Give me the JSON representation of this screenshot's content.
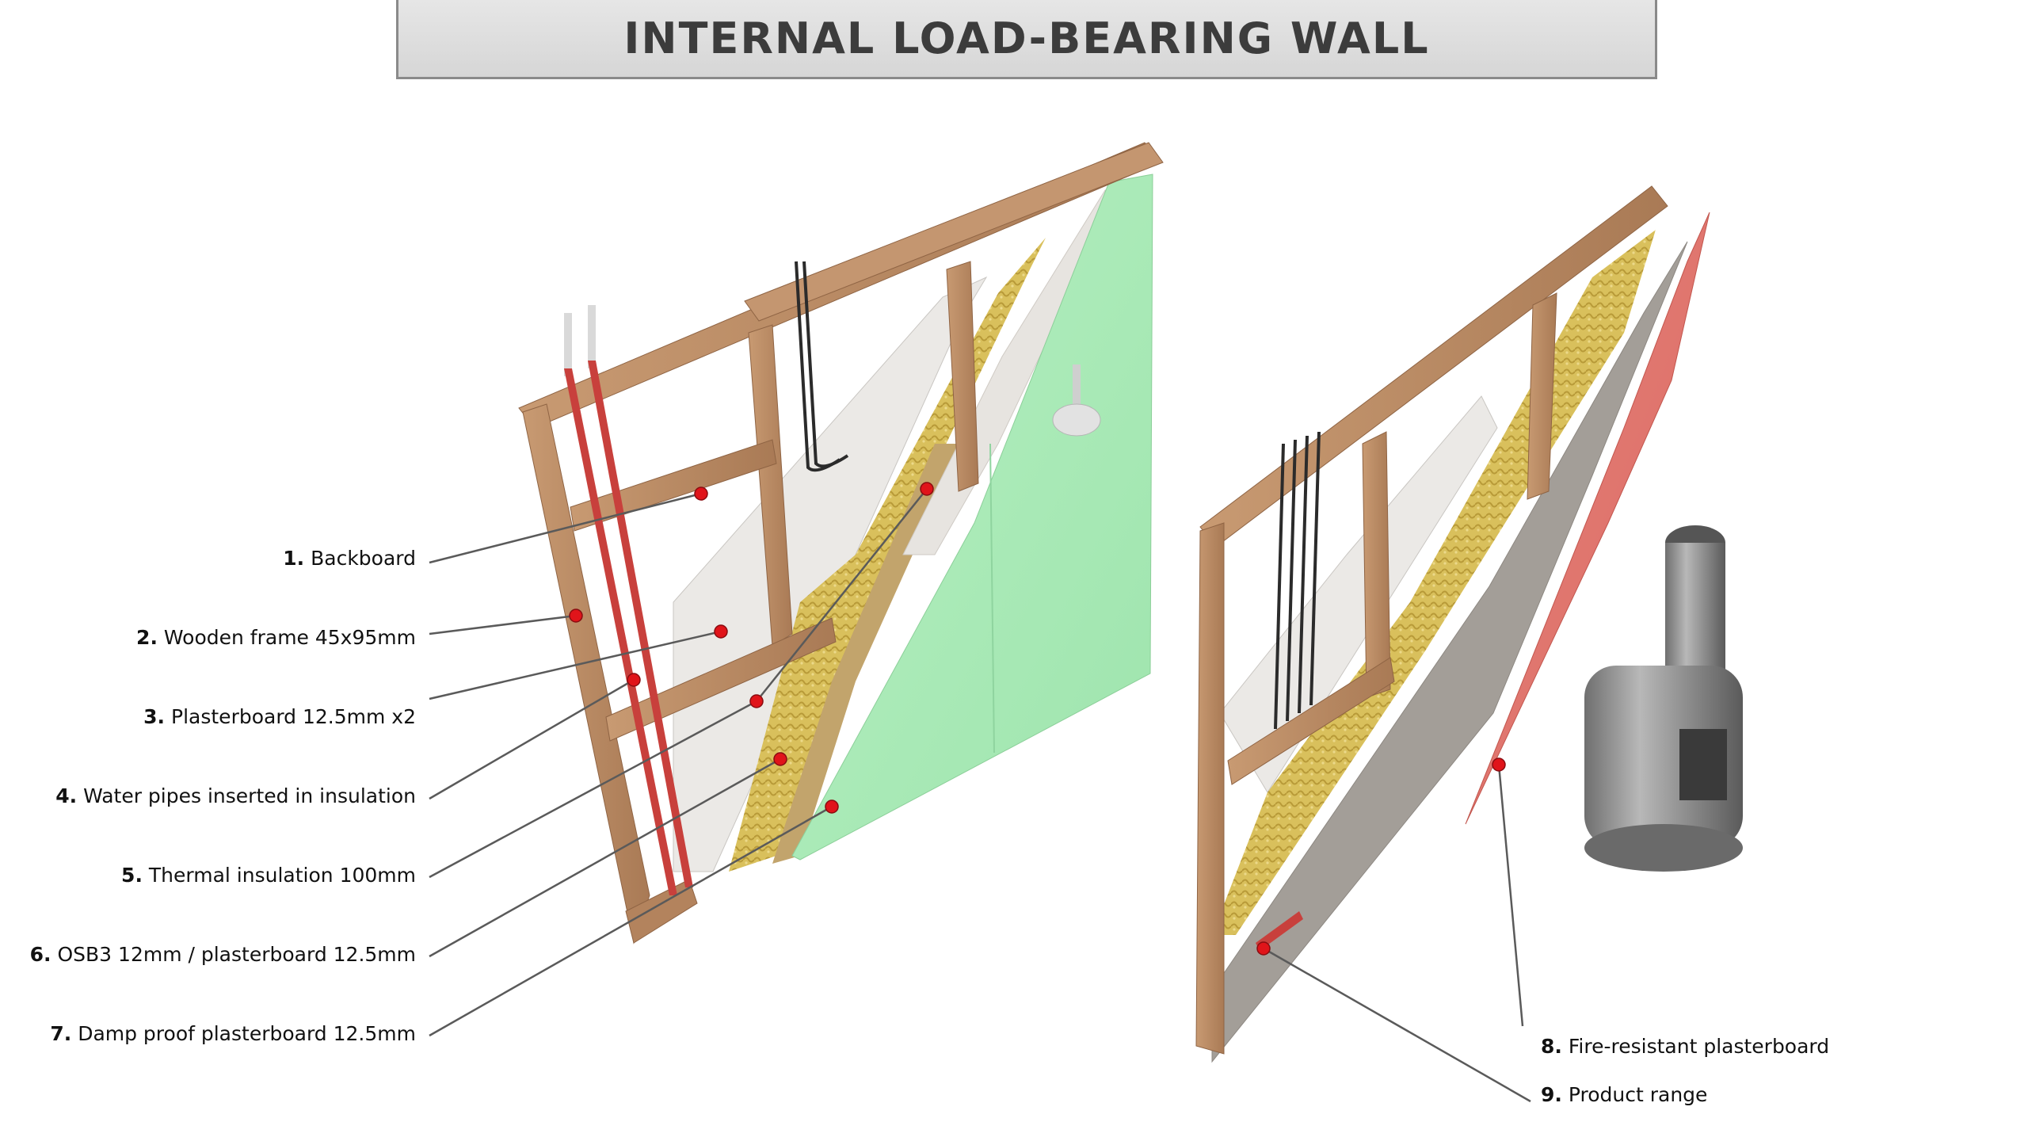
{
  "title": "INTERNAL LOAD-BEARING WALL",
  "callouts": [
    {
      "num": "1.",
      "text": "Backboard"
    },
    {
      "num": "2.",
      "text": "Wooden frame 45x95mm"
    },
    {
      "num": "3.",
      "text": "Plasterboard 12.5mm x2"
    },
    {
      "num": "4.",
      "text": "Water pipes inserted in insulation"
    },
    {
      "num": "5.",
      "text": "Thermal insulation 100mm"
    },
    {
      "num": "6.",
      "text": "OSB3 12mm / plasterboard 12.5mm"
    },
    {
      "num": "7.",
      "text": "Damp proof plasterboard 12.5mm"
    },
    {
      "num": "8.",
      "text": "Fire-resistant plasterboard"
    },
    {
      "num": "9.",
      "text": "Product range"
    }
  ],
  "colors": {
    "wood": "#b98a63",
    "wood_dark": "#8f6444",
    "insulation": "#d8bf5a",
    "osb": "#b79a63",
    "plasterboard": "#e7e4e0",
    "damp_proof_board": "#a9ebb6",
    "fire_resistant_board": "#e07a72",
    "grey_board": "#a09b95",
    "pipe": "#c8403c",
    "marker": "#e0141a",
    "leader": "#5a5a5a"
  }
}
